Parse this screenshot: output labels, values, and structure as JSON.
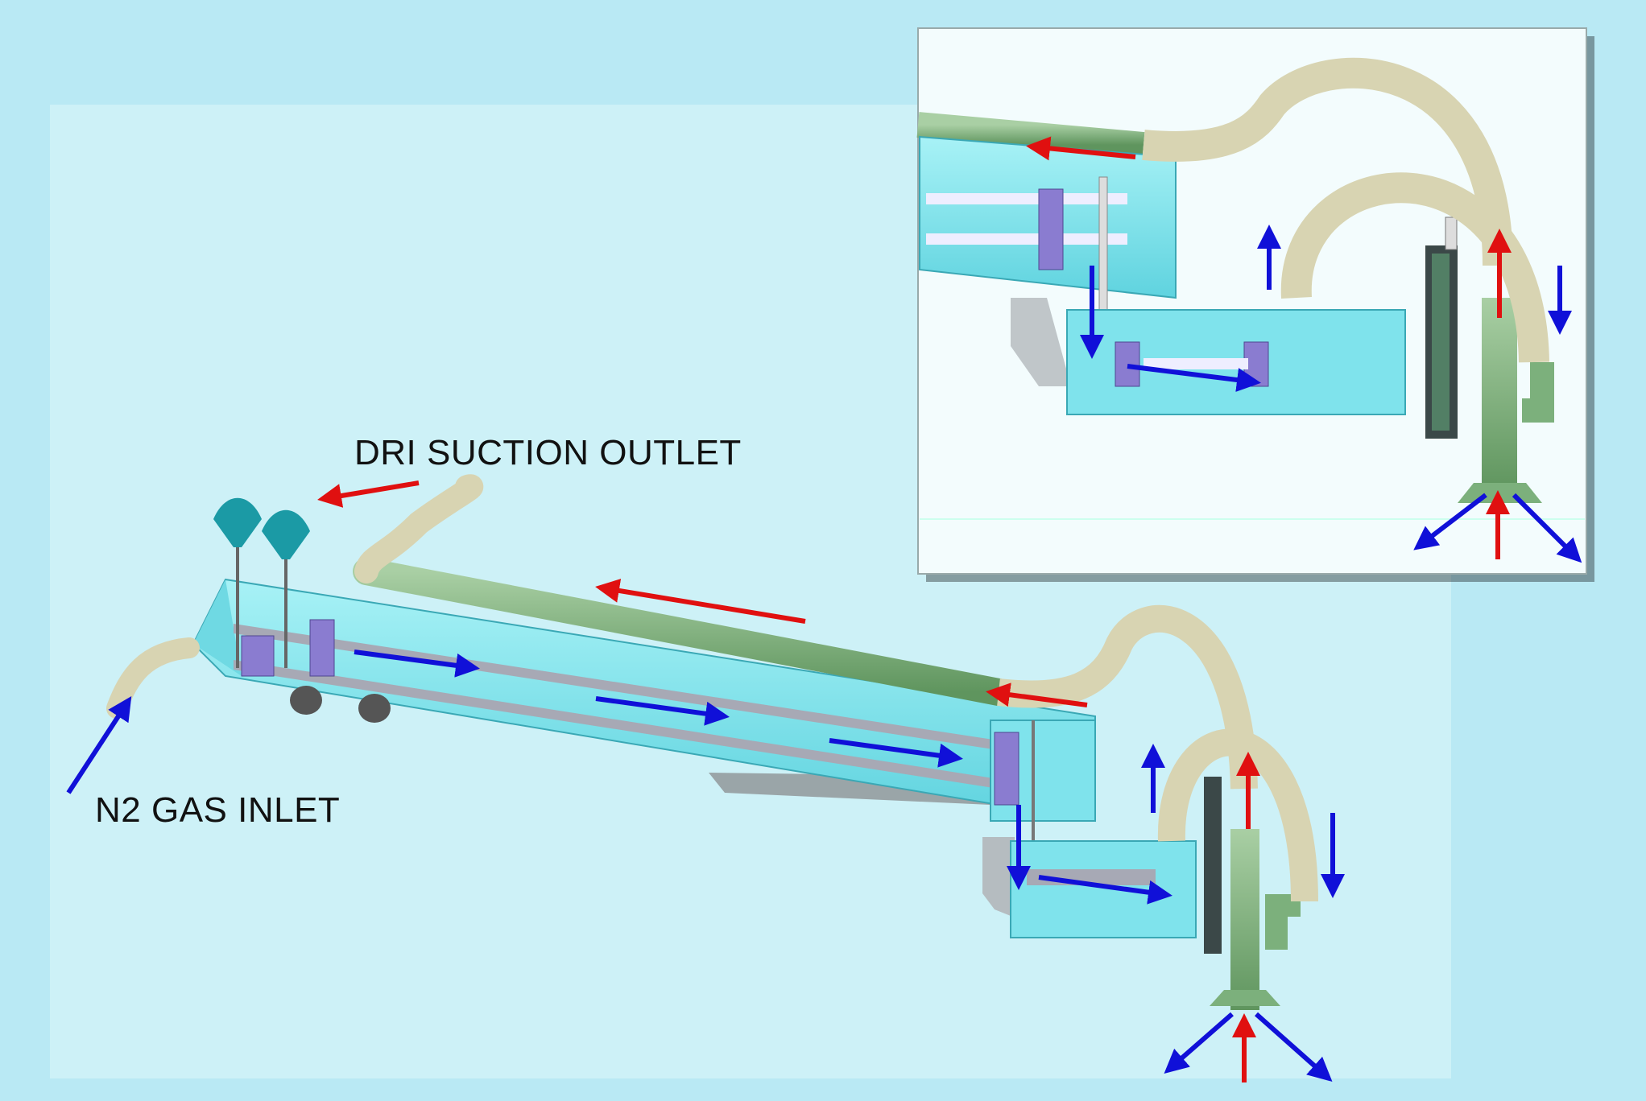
{
  "labels": {
    "outlet": "DRI SUCTION OUTLET",
    "inlet": "N2 GAS INLET"
  },
  "colors": {
    "background": "#b9e9f4",
    "panel": "#dff7fb",
    "body_cyan": "#7fe3ec",
    "pipe_green": "#7cb07c",
    "hose_beige": "#d8d4b2",
    "flow_blue": "#1010d8",
    "flow_red": "#e01010"
  },
  "icons": [
    "flow-arrow-blue",
    "flow-arrow-red",
    "valve-handle-icon"
  ]
}
